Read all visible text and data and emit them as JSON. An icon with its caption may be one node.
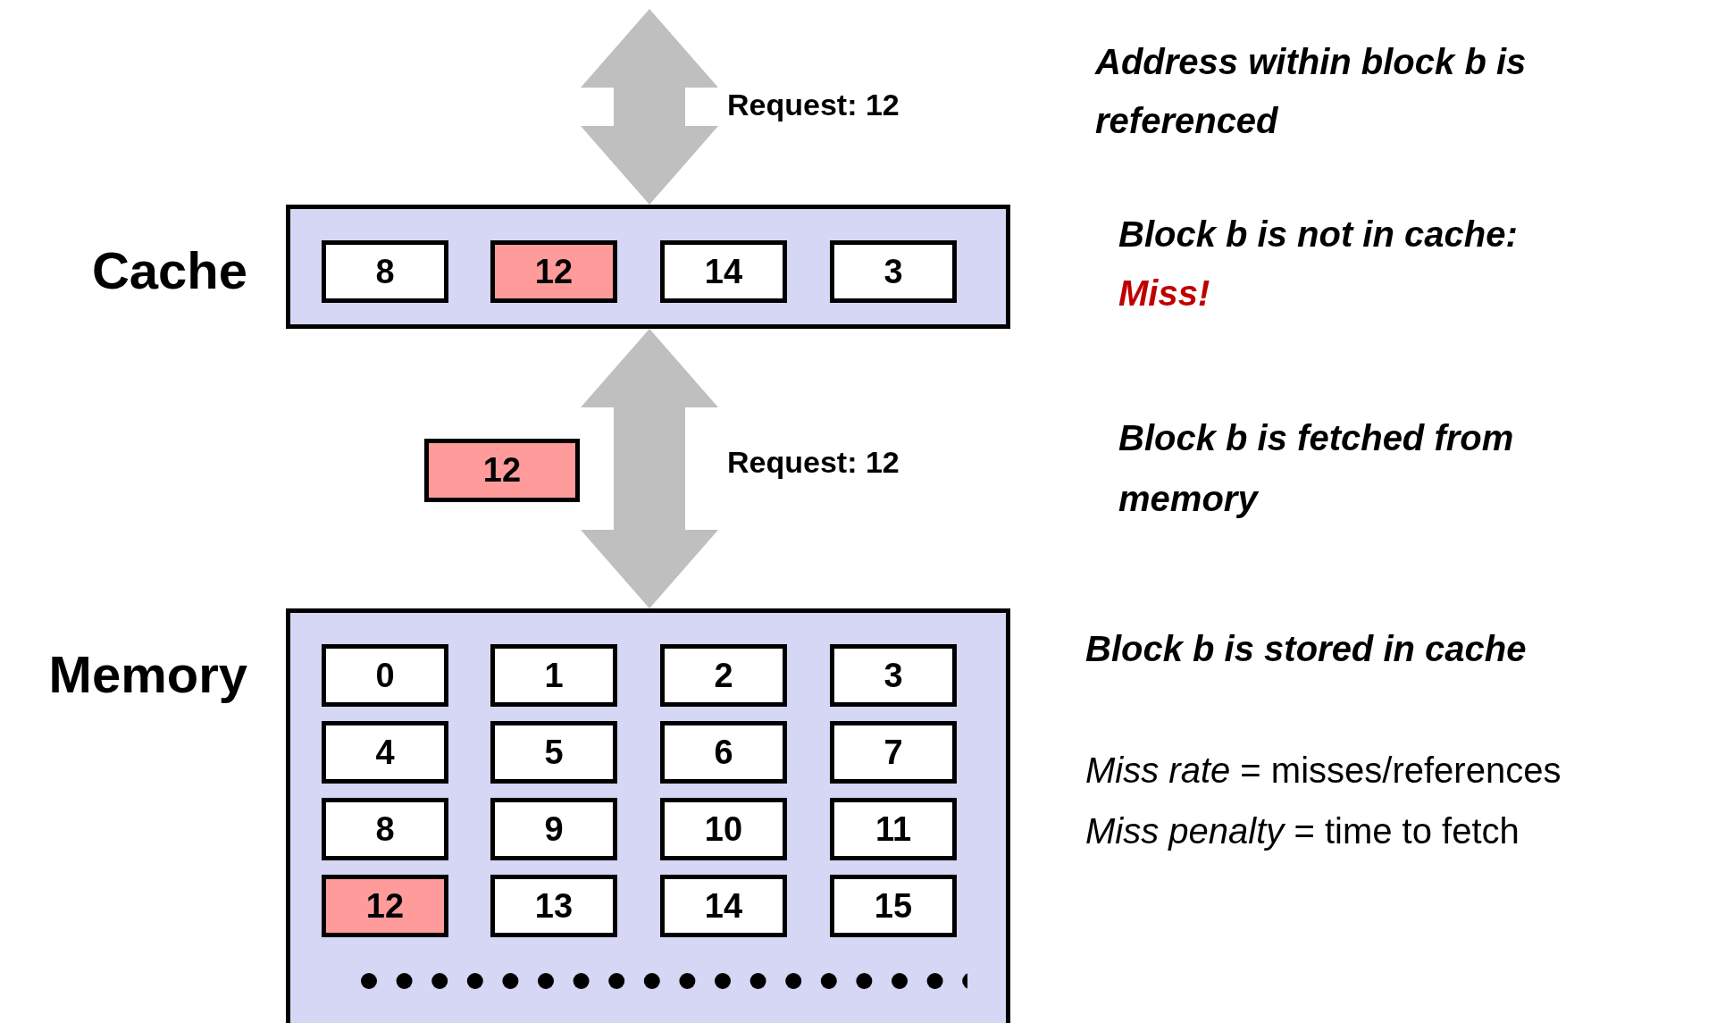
{
  "diagram": {
    "nodes": [
      {
        "text": [
          "Cache"
        ]
      },
      {
        "text": [
          "8"
        ],
        "in": 0
      },
      {
        "text": [
          "12"
        ],
        "in": 0
      },
      {
        "text": [
          "14"
        ],
        "in": 0
      },
      {
        "text": [
          "3"
        ],
        "in": 0
      },
      {
        "text": [
          "12"
        ]
      },
      {
        "text": [
          "Memory"
        ]
      },
      {
        "text": [
          "0"
        ],
        "in": 6
      },
      {
        "text": [
          "1"
        ],
        "in": 6
      },
      {
        "text": [
          "2"
        ],
        "in": 6
      },
      {
        "text": [
          "3"
        ],
        "in": 6
      },
      {
        "text": [
          "4"
        ],
        "in": 6
      },
      {
        "text": [
          "5"
        ],
        "in": 6
      },
      {
        "text": [
          "6"
        ],
        "in": 6
      },
      {
        "text": [
          "7"
        ],
        "in": 6
      },
      {
        "text": [
          "8"
        ],
        "in": 6
      },
      {
        "text": [
          "9"
        ],
        "in": 6
      },
      {
        "text": [
          "10"
        ],
        "in": 6
      },
      {
        "text": [
          "11"
        ],
        "in": 6
      },
      {
        "text": [
          "12"
        ],
        "in": 6
      },
      {
        "text": [
          "13"
        ],
        "in": 6
      },
      {
        "text": [
          "14"
        ],
        "in": 6
      },
      {
        "text": [
          "15"
        ],
        "in": 6
      }
    ],
    "edges": [
      {
        "from": null,
        "to": 0,
        "arrow": "both",
        "label": "Request: 12"
      },
      {
        "from": 0,
        "to": 6,
        "arrow": "both",
        "label": "Request: 12"
      }
    ],
    "labels": [
      "Address within block b is referenced",
      "Block b is not in cache:",
      "Miss!",
      "Block b is fetched from memory",
      "Block b is stored in cache",
      "*Miss rate* = misses/references",
      "*Miss penalty* = time to fetch"
    ]
  }
}
